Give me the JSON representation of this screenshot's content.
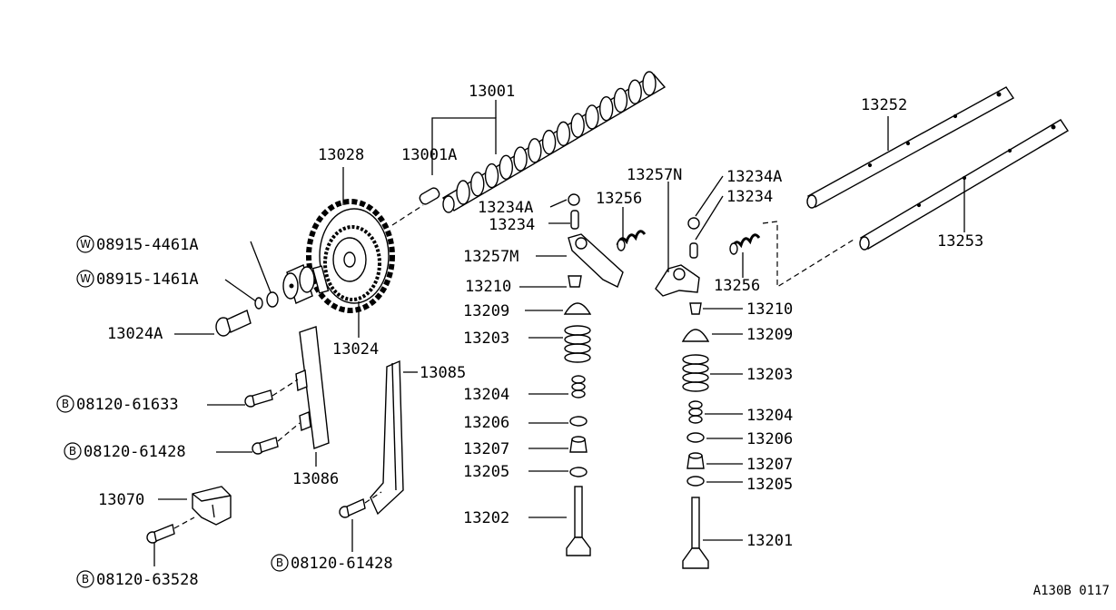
{
  "diagram": {
    "reference_code": "A130B 0117",
    "parts": [
      {
        "id": "p13001",
        "number": "13001"
      },
      {
        "id": "p13001A",
        "number": "13001A"
      },
      {
        "id": "p13028",
        "number": "13028"
      },
      {
        "id": "p08915_4461A",
        "prefix": "W",
        "number": "08915-4461A"
      },
      {
        "id": "p08915_1461A",
        "prefix": "W",
        "number": "08915-1461A"
      },
      {
        "id": "p13024A",
        "number": "13024A"
      },
      {
        "id": "p13024",
        "number": "13024"
      },
      {
        "id": "p08120_61633",
        "prefix": "B",
        "number": "08120-61633"
      },
      {
        "id": "p08120_61428a",
        "prefix": "B",
        "number": "08120-61428"
      },
      {
        "id": "p13086",
        "number": "13086"
      },
      {
        "id": "p13085",
        "number": "13085"
      },
      {
        "id": "p13070",
        "number": "13070"
      },
      {
        "id": "p08120_63528",
        "prefix": "B",
        "number": "08120-63528"
      },
      {
        "id": "p08120_61428b",
        "prefix": "B",
        "number": "08120-61428"
      },
      {
        "id": "p13234A_l",
        "number": "13234A"
      },
      {
        "id": "p13234_l",
        "number": "13234"
      },
      {
        "id": "p13256_l",
        "number": "13256"
      },
      {
        "id": "p13257M",
        "number": "13257M"
      },
      {
        "id": "p13210_l",
        "number": "13210"
      },
      {
        "id": "p13209_l",
        "number": "13209"
      },
      {
        "id": "p13203_l",
        "number": "13203"
      },
      {
        "id": "p13204_l",
        "number": "13204"
      },
      {
        "id": "p13206_l",
        "number": "13206"
      },
      {
        "id": "p13207_l",
        "number": "13207"
      },
      {
        "id": "p13205_l",
        "number": "13205"
      },
      {
        "id": "p13202",
        "number": "13202"
      },
      {
        "id": "p13257N",
        "number": "13257N"
      },
      {
        "id": "p13234A_r",
        "number": "13234A"
      },
      {
        "id": "p13234_r",
        "number": "13234"
      },
      {
        "id": "p13256_r",
        "number": "13256"
      },
      {
        "id": "p13210_r",
        "number": "13210"
      },
      {
        "id": "p13209_r",
        "number": "13209"
      },
      {
        "id": "p13203_r",
        "number": "13203"
      },
      {
        "id": "p13204_r",
        "number": "13204"
      },
      {
        "id": "p13206_r",
        "number": "13206"
      },
      {
        "id": "p13207_r",
        "number": "13207"
      },
      {
        "id": "p13205_r",
        "number": "13205"
      },
      {
        "id": "p13201",
        "number": "13201"
      },
      {
        "id": "p13252",
        "number": "13252"
      },
      {
        "id": "p13253",
        "number": "13253"
      }
    ]
  }
}
